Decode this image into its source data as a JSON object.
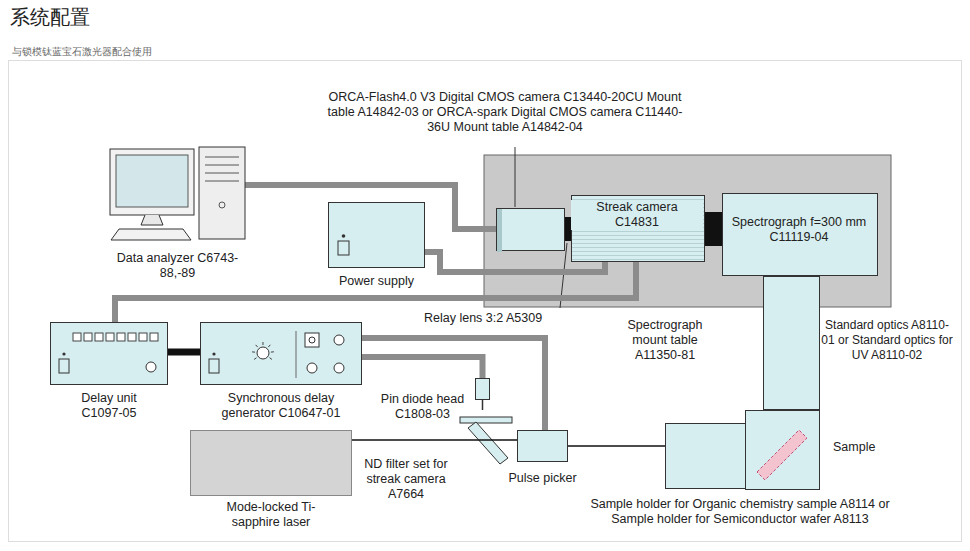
{
  "diagram": {
    "title": "系统配置",
    "nodes": [
      {
        "text": [
          "Data analyzer C6743-88,-89"
        ]
      },
      {
        "text": [
          "Spectrograph mount table A11350-81"
        ]
      },
      {
        "text": [
          "ORCA-Flash4.0 V3 Digital CMOS camera C13440-20CU Mount table A14842-03 or ORCA-spark Digital CMOS camera C11440-36U Mount table A14842-04"
        ],
        "in": 1
      },
      {
        "text": [
          "Streak camera C14831"
        ],
        "in": 1
      },
      {
        "text": [
          "Spectrograph f=300 mm C11119-04"
        ],
        "in": 1
      },
      {
        "text": [
          "Power supply"
        ]
      },
      {
        "text": [
          "Delay unit C1097-05"
        ]
      },
      {
        "text": [
          "Synchronous delay generator C10647-01"
        ]
      },
      {
        "text": [
          "Standard optics A8110-01 or Standard optics for UV A8110-02"
        ]
      },
      {
        "text": [
          "Pin diode head C1808-03"
        ]
      },
      {
        "text": [
          "Mode-locked Ti-sapphire laser"
        ]
      },
      {
        "text": [
          "Pulse picker"
        ]
      },
      {
        "text": [
          "Sample holder for Organic chemistry sample A8114 or Sample holder for Semiconductor wafer A8113"
        ]
      }
    ],
    "edges": [
      {
        "from": 0,
        "to": 2,
        "arrow": "none"
      },
      {
        "from": 5,
        "to": 3,
        "arrow": "none"
      },
      {
        "from": 6,
        "to": 3,
        "arrow": "none"
      },
      {
        "from": 6,
        "to": 7,
        "arrow": "none"
      },
      {
        "from": 7,
        "to": 9,
        "arrow": "none"
      },
      {
        "from": 7,
        "to": 11,
        "arrow": "none"
      },
      {
        "from": 10,
        "to": 11,
        "arrow": "none"
      },
      {
        "from": 11,
        "to": 12,
        "arrow": "none"
      }
    ],
    "labels": [
      "与锁模钛蓝宝石激光器配合使用",
      "Relay lens 3:2 A5309",
      "ND filter set for streak camera A7664",
      "Sample"
    ]
  }
}
